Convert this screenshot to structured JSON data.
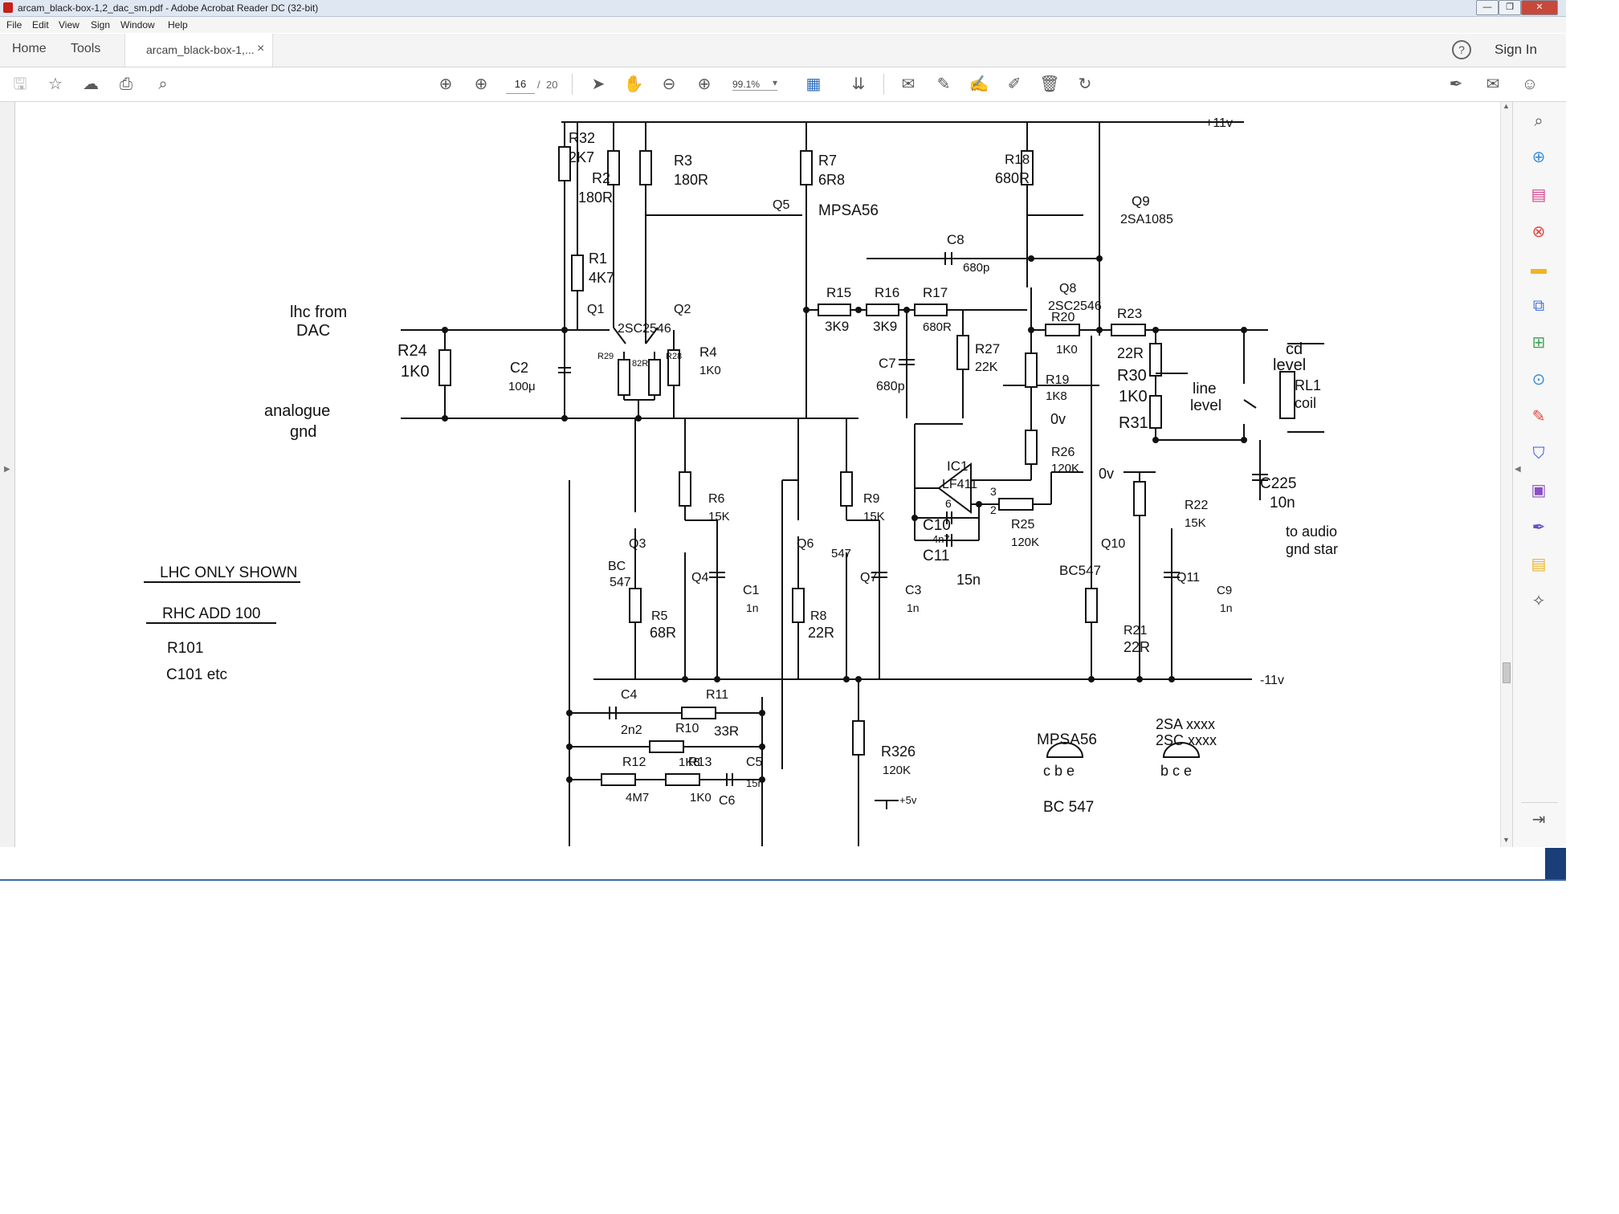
{
  "window": {
    "title": "arcam_black-box-1,2_dac_sm.pdf - Adobe Acrobat Reader DC (32-bit)",
    "controls": [
      "—",
      "❐",
      "✕"
    ]
  },
  "menu": [
    "File",
    "Edit",
    "View",
    "Sign",
    "Window",
    "Help"
  ],
  "tabs": {
    "home": "Home",
    "tools": "Tools",
    "document": "arcam_black-box-1,...",
    "close": "×"
  },
  "header_right": {
    "help": "?",
    "sign_in": "Sign In"
  },
  "toolbar": {
    "page_current": "16",
    "page_sep": "/",
    "page_total": "20",
    "zoom": "99.1%",
    "zoom_caret": "▾"
  },
  "schematic": {
    "supply_pos": "+11v",
    "supply_neg": "-11v",
    "labels": {
      "lhc_from": "lhc from",
      "dac": "DAC",
      "analogue": "analogue",
      "gnd": "gnd",
      "r24": "R24",
      "r24v": "1K0",
      "c2": "C2",
      "c2v": "100μ",
      "r32": "R32",
      "r32v": "2K7",
      "r2": "R2",
      "r2v": "180R",
      "r1": "R1",
      "r1v": "4K7",
      "r3": "R3",
      "r3v": "180R",
      "q1": "Q1",
      "q2": "Q2",
      "q12type": "2SC2546",
      "r29": "R29",
      "r28": "R28",
      "r82": "82R",
      "r4": "R4",
      "r4v": "1K0",
      "r7": "R7",
      "r7v": "6R8",
      "q5": "Q5",
      "q5type": "MPSA56",
      "c8": "C8",
      "c8v": "680p",
      "r15": "R15",
      "r15v": "3K9",
      "r16": "R16",
      "r16v": "3K9",
      "r17": "R17",
      "r17v": "680R",
      "c7": "C7",
      "c7v": "680p",
      "r27": "R27",
      "r27v": "22K",
      "r18": "R18",
      "r18v": "680R",
      "q9": "Q9",
      "q9type": "2SA1085",
      "q8": "Q8",
      "q8type": "2SC2546",
      "r20": "R20",
      "r20v": "1K0",
      "r19": "R19",
      "r19v": "1K8",
      "r23": "R23",
      "r23v": "22R",
      "r30": "R30",
      "r30v": "1K0",
      "r31": "R31",
      "cd": "cd",
      "level": "level",
      "line": "line",
      "line_level": "level",
      "rl1": "RL1",
      "coil": "coil",
      "ov1": "0v",
      "ov2": "0v",
      "r26": "R26",
      "r26v": "120K",
      "ic1": "IC1",
      "ic1type": "LF411",
      "pin6": "6",
      "pin3": "3",
      "pin2": "2",
      "c10": "C10",
      "c10v": "4n7",
      "c11": "C11",
      "c11v": "15n",
      "r25": "R25",
      "r25v": "120K",
      "c225": "C225",
      "c225v": "10n",
      "to_audio": "to audio",
      "gnd_star": "gnd star",
      "r22": "R22",
      "r22v": "15K",
      "q10": "Q10",
      "q11": "Q11",
      "bc547a": "BC547",
      "c9": "C9",
      "c9v": "1n",
      "r21": "R21",
      "r21v": "22R",
      "r6": "R6",
      "r6v": "15K",
      "q3": "Q3",
      "q4": "Q4",
      "bc": "BC",
      "n547": "547",
      "c1": "C1",
      "c1v": "1n",
      "r5": "R5",
      "r5v": "68R",
      "r9": "R9",
      "r9v": "15K",
      "q6": "Q6",
      "q7": "Q7",
      "n547b": "547",
      "c3": "C3",
      "c3v": "1n",
      "r8": "R8",
      "r8v": "22R",
      "c4": "C4",
      "c4v": "2n2",
      "r11": "R11",
      "r11v": "33R",
      "r10": "R10",
      "r10v": "1K8",
      "r12": "R12",
      "r12v": "4M7",
      "r13": "R13",
      "r13v": "1K0",
      "c5": "C5",
      "c5v": "15n",
      "c6": "C6",
      "r326": "R326",
      "r326v": "120K",
      "p5v": "+5v",
      "lhc_only": "LHC ONLY SHOWN",
      "rhc_add": "RHC ADD 100",
      "r101": "R101",
      "c101": "C101  etc",
      "mpsa56": "MPSA56",
      "cbe": "c b e",
      "sa": "2SA xxxx",
      "sc": "2SC xxxx",
      "bce": "b c e",
      "bc547b": "BC 547"
    }
  }
}
